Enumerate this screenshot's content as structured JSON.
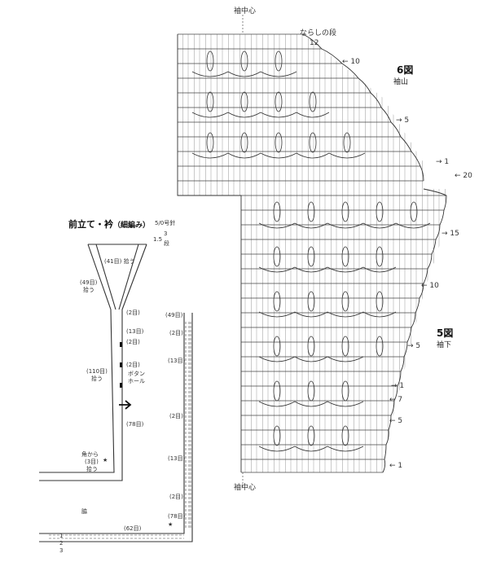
{
  "sleeve_center_top": "袖中心",
  "sleeve_center_bottom": "袖中心",
  "narashi": "ならしの段",
  "row_12": "12",
  "row_10a": "← 10",
  "fig6": "6図",
  "fig6_sub": "袖山",
  "row_5a": "→ 5",
  "row_1a": "→ 1",
  "row_20": "← 20",
  "row_15": "→ 15",
  "row_10b": "← 10",
  "fig5": "5図",
  "fig5_sub": "袖下",
  "row_5b": "→ 5",
  "row_1b": "→ 1",
  "row_7": "← 7",
  "row_5c": "← 5",
  "row_1c": "← 1",
  "front_title": "前立て・衿",
  "front_title_sub": "（細編み）",
  "hook": "5/0号針",
  "side_15": "1.5",
  "side_3": "3",
  "side_dan": "段",
  "l_41": "(41目) 拾う",
  "l_49": "(49目)",
  "l_49b": "拾う",
  "l_2a": "(2目)",
  "l_13a": "(13目)",
  "l_2b": "(2目)",
  "l_2c": "(2目)",
  "l_110": "(110目)",
  "l_110b": "拾う",
  "l_button": "ボタン",
  "l_button2": "ホール",
  "l_78": "(78目)",
  "l_kado": "角から",
  "l_3moku": "(3目)",
  "l_3b": "拾う",
  "r_49": "(49目)",
  "r_2a": "(2目)",
  "r_13a": "(13目)",
  "r_2b": "(2目)",
  "r_13b": "(13目)",
  "r_2c": "(2目)",
  "r_78": "(78目)",
  "b_62": "(62目)",
  "waki": "脇",
  "row1": "1",
  "row2": "2",
  "row3": "3",
  "star1": "★",
  "star2": "★"
}
